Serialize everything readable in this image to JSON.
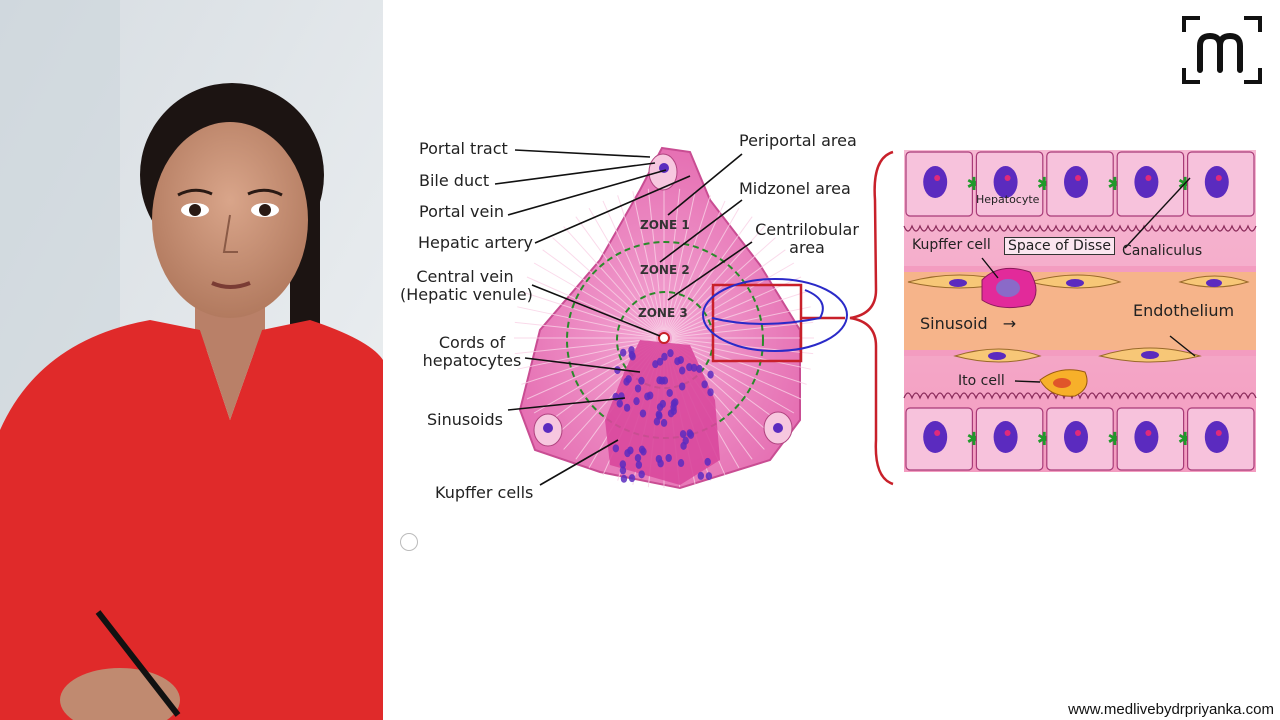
{
  "lobule_labels": {
    "portal_tract": "Portal tract",
    "bile_duct": "Bile duct",
    "portal_vein": "Portal vein",
    "hepatic_artery": "Hepatic artery",
    "central_vein_1": "Central vein",
    "central_vein_2": "(Hepatic venule)",
    "cords_1": "Cords of",
    "cords_2": "hepatocytes",
    "sinusoids": "Sinusoids",
    "kupffer_cells": "Kupffer cells",
    "periportal": "Periportal area",
    "midzonel": "Midzonel area",
    "centrilobular_1": "Centrilobular",
    "centrilobular_2": "area"
  },
  "zones": {
    "zone1": "ZONE 1",
    "zone2": "ZONE 2",
    "zone3": "ZONE 3"
  },
  "detail_labels": {
    "hepatocyte": "Hepatocyte",
    "kupffer_cell": "Kupffer cell",
    "space_of_disse": "Space of Disse",
    "canaliculus": "Canaliculus",
    "sinusoid": "Sinusoid",
    "sinusoid_arrow": "→",
    "endothelium": "Endothelium",
    "ito_cell": "Ito cell"
  },
  "footer": {
    "website": "www.medlivebydrpriyanka.com"
  },
  "colors": {
    "lobule_pink": "#ee7fbf",
    "zone_ring": "#2a8a2a",
    "nucleus_purple": "#5b2bbf",
    "highlight_red": "#c8202a",
    "annotation_blue": "#2a2ac8",
    "presenter_shirt": "#e02a2a"
  }
}
